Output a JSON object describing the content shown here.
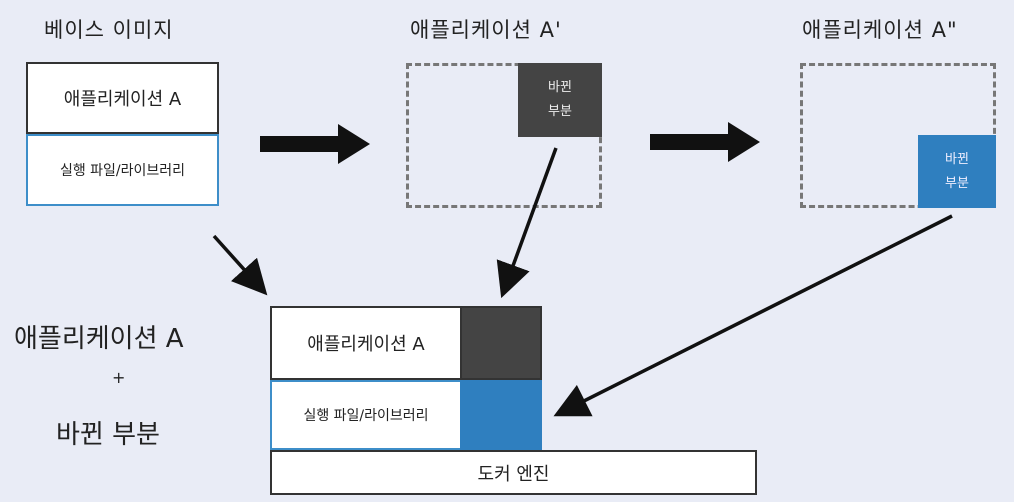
{
  "base_image": {
    "title": "베이스 이미지",
    "app_label": "애플리케이션 A",
    "exec_label": "실행 파일/라이브러리"
  },
  "app_a_prime": {
    "title": "애플리케이션 A'",
    "changed_line1": "바뀐",
    "changed_line2": "부분"
  },
  "app_a_double_prime": {
    "title": "애플리케이션 A\"",
    "changed_line1": "바뀐",
    "changed_line2": "부분"
  },
  "legend": {
    "line1": "애플리케이션 A",
    "plus": "+",
    "line2": "바뀐 부분"
  },
  "stack": {
    "app_label": "애플리케이션 A",
    "exec_label": "실행 파일/라이브러리",
    "engine_label": "도커 엔진"
  },
  "colors": {
    "background": "#e9ecf6",
    "dark_gray": "#444444",
    "blue": "#2f7fbf",
    "blue_border": "#3d8ec9"
  }
}
